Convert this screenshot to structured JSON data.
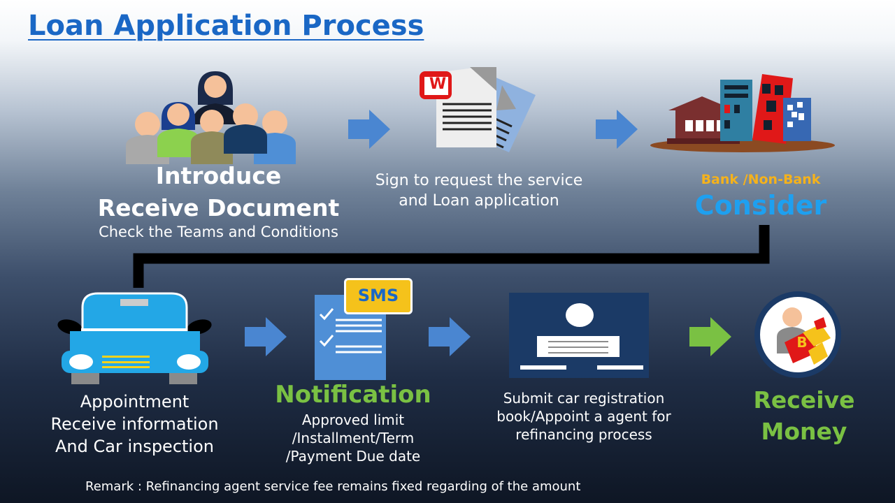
{
  "title": "Loan Application Process",
  "steps": {
    "introduce": {
      "line1": "Introduce",
      "line2": "Receive Document",
      "line3": "Check the Teams and Conditions"
    },
    "sign": {
      "line1": "Sign to request the service",
      "line2": "and Loan application",
      "doc_badge": "W"
    },
    "consider": {
      "label_small": "Bank /Non-Bank",
      "label_big": "Consider"
    },
    "appointment": {
      "line1": "Appointment",
      "line2": "Receive information",
      "line3": "And Car inspection"
    },
    "notification": {
      "badge": "SMS",
      "title": "Notification",
      "line1": "Approved limit",
      "line2": "/Installment/Term",
      "line3": "/Payment Due date"
    },
    "submit": {
      "line1": "Submit car registration",
      "line2": "book/Appoint a agent for",
      "line3": "refinancing process"
    },
    "receive": {
      "line1": "Receive",
      "line2": "Money",
      "coin": "B"
    }
  },
  "remark": "Remark : Refinancing agent service fee remains fixed regarding of the amount",
  "colors": {
    "title": "#1a67c5",
    "arrow_blue": "#4a86d1",
    "arrow_green": "#7ac143",
    "consider_blue": "#1ea0f0",
    "bank_gold": "#f5b21b",
    "notify_green": "#7ac143"
  }
}
